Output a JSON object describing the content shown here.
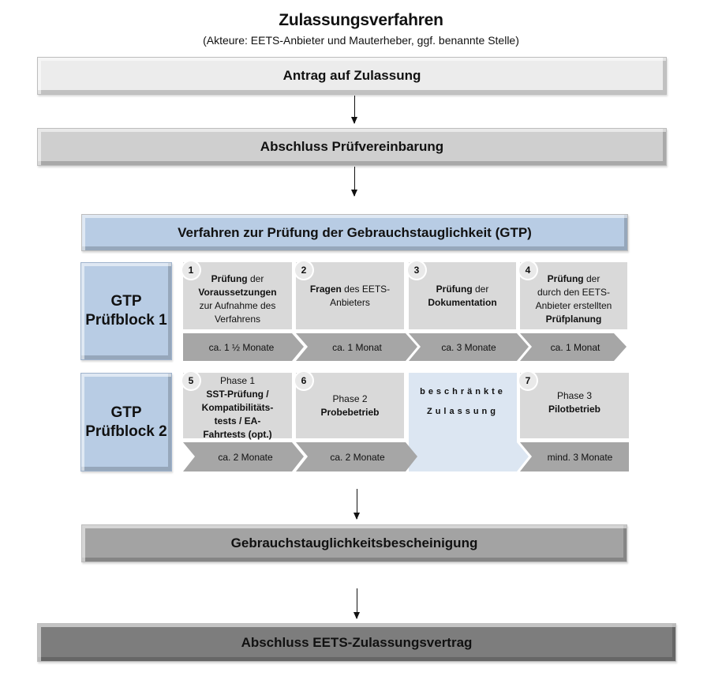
{
  "header": {
    "title": "Zulassungsverfahren",
    "subtitle": "(Akteure: EETS-Anbieter und Mauterheber, ggf. benannte Stelle)"
  },
  "steps": {
    "antrag": "Antrag auf Zulassung",
    "pruefvereinbarung": "Abschluss Prüfvereinbarung",
    "gtp": "Verfahren zur Prüfung der Gebrauchstauglichkeit (GTP)",
    "bescheinigung": "Gebrauchstauglichkeitsbescheinigung",
    "vertrag": "Abschluss EETS-Zulassungsvertrag"
  },
  "blocks": [
    {
      "label_line1": "GTP",
      "label_line2": "Prüfblock 1",
      "cells": [
        {
          "number": "1",
          "bold1": "Prüfung",
          "text1": " der",
          "bold2": "Voraussetzungen",
          "text2": "zur Aufnahme des",
          "text3": "Verfahrens",
          "duration": "ca. 1 ½ Monate"
        },
        {
          "number": "2",
          "bold1": "Fragen",
          "text1": " des EETS-",
          "text2": "Anbieters",
          "duration": "ca. 1 Monat"
        },
        {
          "number": "3",
          "bold1": "Prüfung",
          "text1": " der",
          "bold2": "Dokumentation",
          "duration": "ca. 3 Monate"
        },
        {
          "number": "4",
          "bold1": "Prüfung",
          "text1": " der",
          "text2": "durch den EETS-",
          "text3": "Anbieter erstellten",
          "bold2": "Prüfplanung",
          "duration": "ca. 1 Monat"
        }
      ]
    },
    {
      "label_line1": "GTP",
      "label_line2": "Prüfblock 2",
      "cells": [
        {
          "number": "5",
          "text1": "Phase 1",
          "bold1": "SST-Prüfung /",
          "bold2": "Kompatibilitäts-",
          "bold3": "tests / EA-",
          "bold4": "Fahrtests (opt.)",
          "duration": "ca. 2 Monate"
        },
        {
          "number": "6",
          "text1": "Phase 2",
          "bold1": "Probebetrieb",
          "duration": "ca. 2 Monate"
        },
        {
          "restricted_line1": "beschränkte",
          "restricted_line2": "Zulassung"
        },
        {
          "number": "7",
          "text1": "Phase 3",
          "bold1": "Pilotbetrieb",
          "duration": "mind. 3 Monate"
        }
      ]
    }
  ],
  "colors": {
    "gtp_blue": "#b8cce4",
    "restricted_blue": "#dce6f2",
    "cell_gray": "#d9d9d9",
    "chevron_gray": "#a6a6a6"
  }
}
